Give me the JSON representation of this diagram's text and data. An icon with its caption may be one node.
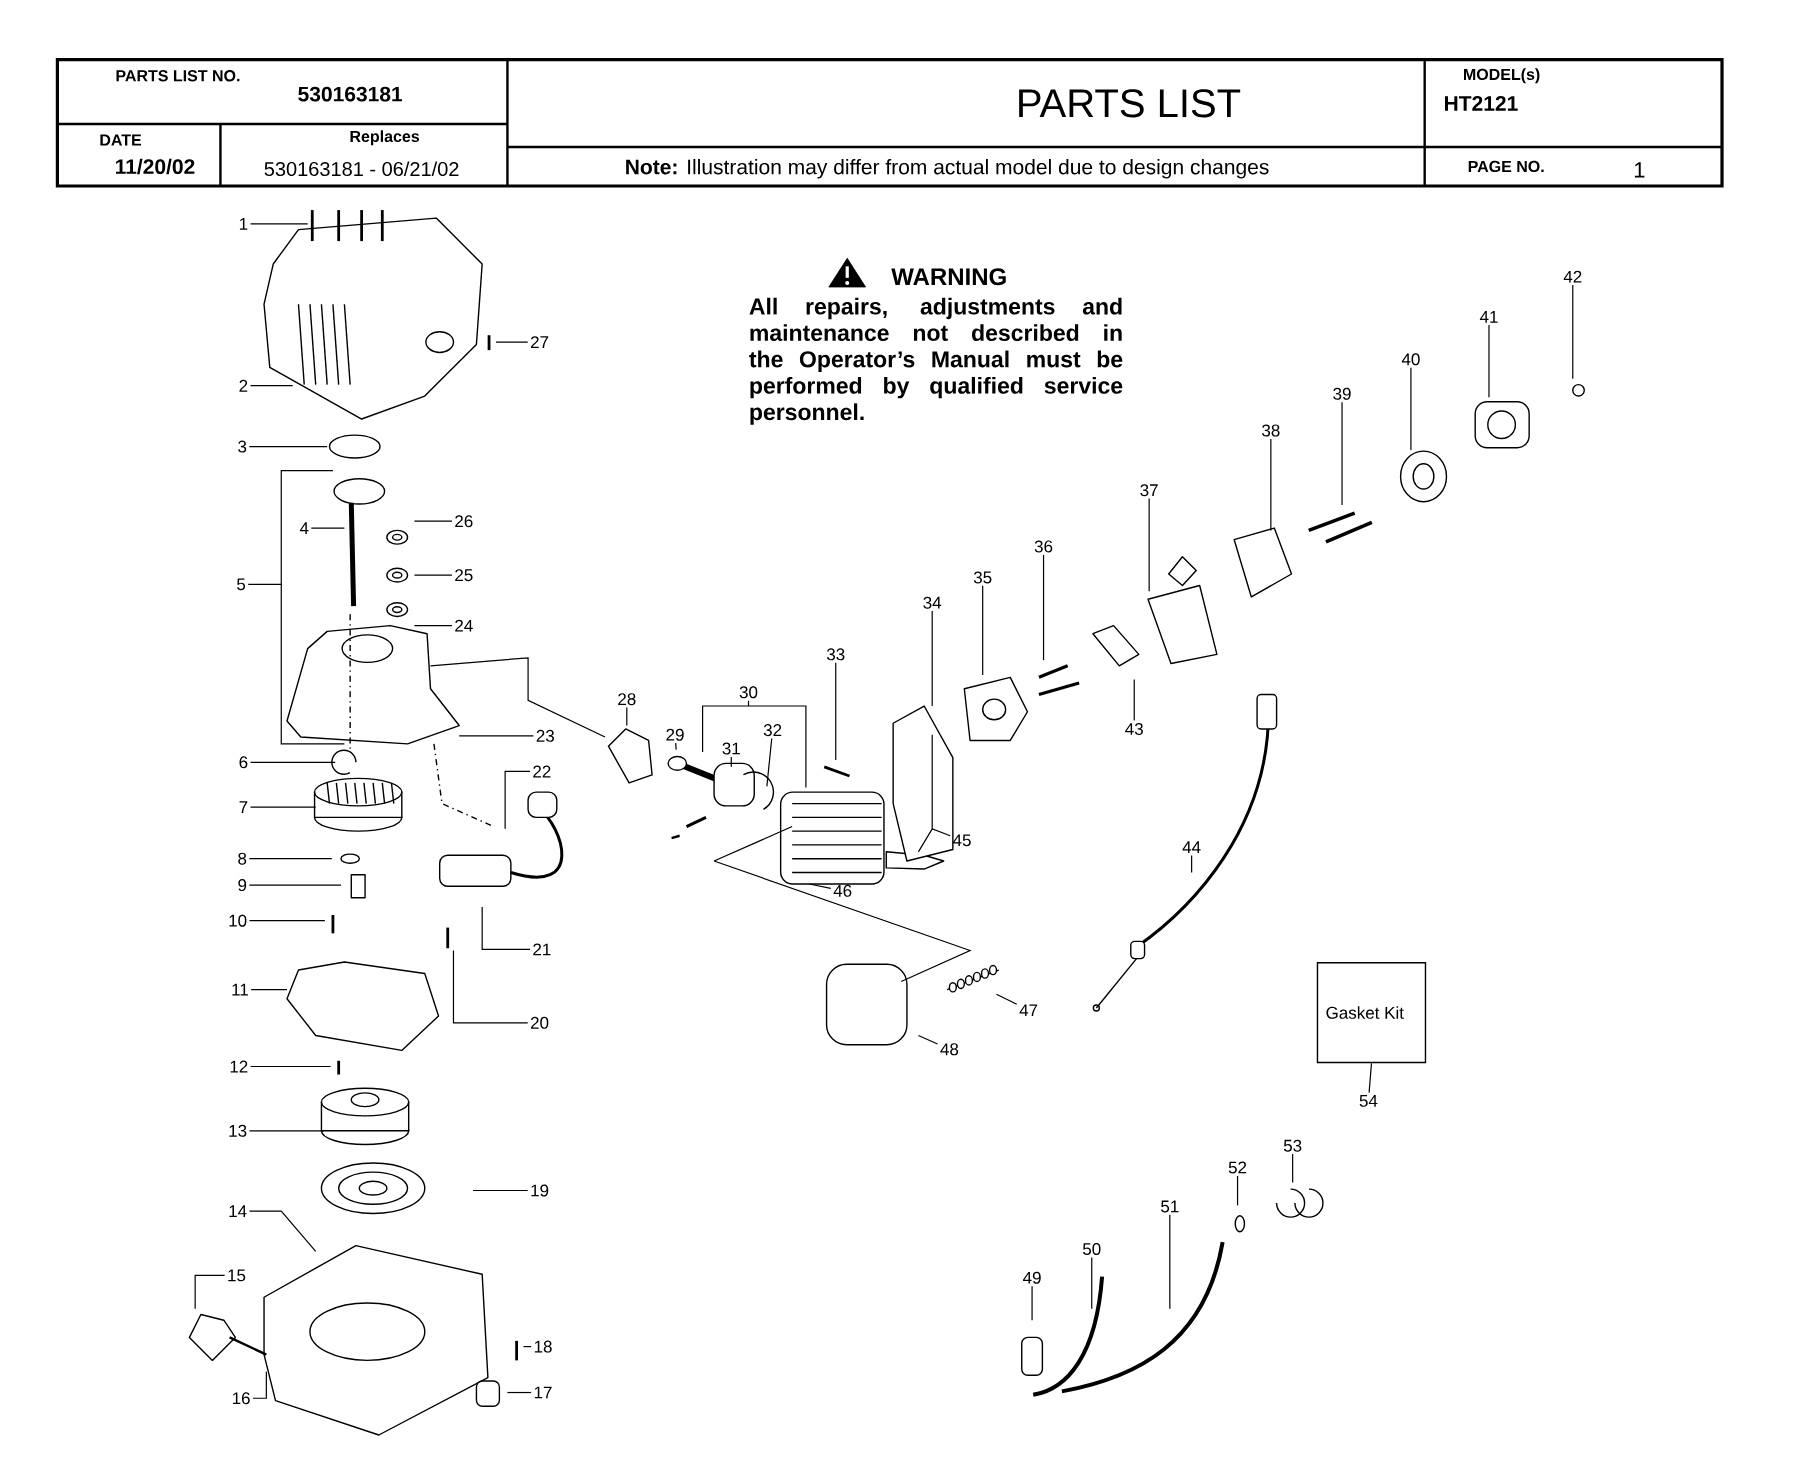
{
  "diagram": {
    "title": "PARTS LIST",
    "nodes": [
      {
        "text": [
          "1"
        ]
      },
      {
        "text": [
          "2"
        ]
      },
      {
        "text": [
          "3"
        ]
      },
      {
        "text": [
          "4"
        ]
      },
      {
        "text": [
          "5"
        ]
      },
      {
        "text": [
          "6"
        ]
      },
      {
        "text": [
          "7"
        ]
      },
      {
        "text": [
          "8"
        ]
      },
      {
        "text": [
          "9"
        ]
      },
      {
        "text": [
          "10"
        ]
      },
      {
        "text": [
          "11"
        ]
      },
      {
        "text": [
          "12"
        ]
      },
      {
        "text": [
          "13"
        ]
      },
      {
        "text": [
          "14"
        ]
      },
      {
        "text": [
          "15"
        ]
      },
      {
        "text": [
          "16"
        ]
      },
      {
        "text": [
          "17"
        ]
      },
      {
        "text": [
          "18"
        ]
      },
      {
        "text": [
          "19"
        ]
      },
      {
        "text": [
          "20"
        ]
      },
      {
        "text": [
          "21"
        ]
      },
      {
        "text": [
          "22"
        ]
      },
      {
        "text": [
          "23"
        ]
      },
      {
        "text": [
          "24"
        ]
      },
      {
        "text": [
          "25"
        ]
      },
      {
        "text": [
          "26"
        ]
      },
      {
        "text": [
          "27"
        ]
      },
      {
        "text": [
          "28"
        ]
      },
      {
        "text": [
          "29"
        ]
      },
      {
        "text": [
          "30"
        ]
      },
      {
        "text": [
          "31"
        ]
      },
      {
        "text": [
          "32"
        ]
      },
      {
        "text": [
          "33"
        ]
      },
      {
        "text": [
          "34"
        ]
      },
      {
        "text": [
          "35"
        ]
      },
      {
        "text": [
          "36"
        ]
      },
      {
        "text": [
          "37"
        ]
      },
      {
        "text": [
          "38"
        ]
      },
      {
        "text": [
          "39"
        ]
      },
      {
        "text": [
          "40"
        ]
      },
      {
        "text": [
          "41"
        ]
      },
      {
        "text": [
          "42"
        ]
      },
      {
        "text": [
          "43"
        ]
      },
      {
        "text": [
          "44"
        ]
      },
      {
        "text": [
          "45"
        ]
      },
      {
        "text": [
          "46"
        ]
      },
      {
        "text": [
          "47"
        ]
      },
      {
        "text": [
          "48"
        ]
      },
      {
        "text": [
          "49"
        ]
      },
      {
        "text": [
          "50"
        ]
      },
      {
        "text": [
          "51"
        ]
      },
      {
        "text": [
          "52"
        ]
      },
      {
        "text": [
          "53"
        ]
      },
      {
        "text": [
          "54"
        ]
      },
      {
        "text": [
          "Gasket Kit"
        ]
      }
    ],
    "edges": [
      {
        "from": 0,
        "to": null,
        "arrow": "none"
      },
      {
        "from": 1,
        "to": null,
        "arrow": "none"
      },
      {
        "from": 2,
        "to": null,
        "arrow": "none"
      },
      {
        "from": 3,
        "to": null,
        "arrow": "none"
      },
      {
        "from": 4,
        "to": null,
        "arrow": "none"
      },
      {
        "from": 5,
        "to": null,
        "arrow": "none"
      },
      {
        "from": 6,
        "to": null,
        "arrow": "none"
      },
      {
        "from": 7,
        "to": null,
        "arrow": "none"
      },
      {
        "from": 8,
        "to": null,
        "arrow": "none"
      },
      {
        "from": 9,
        "to": null,
        "arrow": "none"
      },
      {
        "from": 10,
        "to": null,
        "arrow": "none"
      },
      {
        "from": 11,
        "to": null,
        "arrow": "none"
      },
      {
        "from": 12,
        "to": null,
        "arrow": "none"
      },
      {
        "from": 13,
        "to": null,
        "arrow": "none"
      },
      {
        "from": 14,
        "to": null,
        "arrow": "none"
      },
      {
        "from": 15,
        "to": null,
        "arrow": "none"
      },
      {
        "from": 16,
        "to": null,
        "arrow": "none"
      },
      {
        "from": 17,
        "to": null,
        "arrow": "none"
      },
      {
        "from": 18,
        "to": null,
        "arrow": "none"
      },
      {
        "from": 19,
        "to": null,
        "arrow": "none"
      },
      {
        "from": 20,
        "to": null,
        "arrow": "none"
      },
      {
        "from": 21,
        "to": null,
        "arrow": "none"
      },
      {
        "from": 22,
        "to": null,
        "arrow": "none"
      },
      {
        "from": 23,
        "to": null,
        "arrow": "none"
      },
      {
        "from": 24,
        "to": null,
        "arrow": "none"
      },
      {
        "from": 25,
        "to": null,
        "arrow": "none"
      },
      {
        "from": 26,
        "to": null,
        "arrow": "none"
      },
      {
        "from": 27,
        "to": null,
        "arrow": "none"
      },
      {
        "from": 28,
        "to": null,
        "arrow": "none"
      },
      {
        "from": 29,
        "to": null,
        "arrow": "none"
      },
      {
        "from": 30,
        "to": null,
        "arrow": "none"
      },
      {
        "from": 31,
        "to": null,
        "arrow": "none"
      },
      {
        "from": 32,
        "to": null,
        "arrow": "none"
      },
      {
        "from": 33,
        "to": null,
        "arrow": "none"
      },
      {
        "from": 34,
        "to": null,
        "arrow": "none"
      },
      {
        "from": 35,
        "to": null,
        "arrow": "none"
      },
      {
        "from": 36,
        "to": null,
        "arrow": "none"
      },
      {
        "from": 37,
        "to": null,
        "arrow": "none"
      },
      {
        "from": 38,
        "to": null,
        "arrow": "none"
      },
      {
        "from": 39,
        "to": null,
        "arrow": "none"
      },
      {
        "from": 40,
        "to": null,
        "arrow": "none"
      },
      {
        "from": 41,
        "to": null,
        "arrow": "none"
      },
      {
        "from": 42,
        "to": null,
        "arrow": "none"
      },
      {
        "from": 43,
        "to": null,
        "arrow": "none"
      },
      {
        "from": 44,
        "to": null,
        "arrow": "none"
      },
      {
        "from": 45,
        "to": null,
        "arrow": "none"
      },
      {
        "from": 46,
        "to": null,
        "arrow": "none"
      },
      {
        "from": 47,
        "to": null,
        "arrow": "none"
      },
      {
        "from": 48,
        "to": null,
        "arrow": "none"
      },
      {
        "from": 49,
        "to": null,
        "arrow": "none"
      },
      {
        "from": 50,
        "to": null,
        "arrow": "none"
      },
      {
        "from": 51,
        "to": null,
        "arrow": "none"
      },
      {
        "from": 52,
        "to": null,
        "arrow": "none"
      },
      {
        "from": 53,
        "to": 54,
        "arrow": "none"
      }
    ],
    "labels": [
      "PARTS LIST NO.",
      "530163181",
      "DATE",
      "11/20/02",
      "Replaces",
      "530163181 - 06/21/02",
      "MODEL(s)",
      "HT2121",
      "**Note:** Illustration may differ from actual model due to design changes",
      "PAGE NO.",
      "1",
      "WARNING",
      "All repairs, adjustments and maintenance not described in the Operator’s Manual must be performed by qualified service personnel."
    ]
  }
}
